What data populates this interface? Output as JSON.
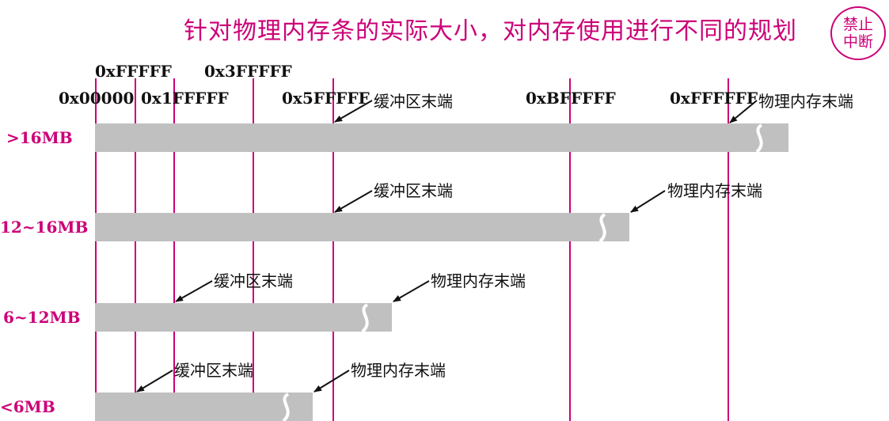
{
  "title": "针对物理内存条的实际大小，对内存使用进行不同的规划",
  "seal": {
    "line1": "禁止",
    "line2": "中断"
  },
  "colors": {
    "accent": "#cc0077",
    "bar": "#c0c0c0",
    "text": "#111111"
  },
  "addresses": {
    "a0": "0x00000",
    "a1": "0xFFFFF",
    "a2": "0x1FFFFF",
    "a3": "0x3FFFFF",
    "a4": "0x5FFFFF",
    "a5": "0xBFFFFF",
    "a6": "0xFFFFFF"
  },
  "rows": [
    {
      "label": ">16MB",
      "buffer_end": "缓冲区末端",
      "memory_end": "物理内存末端"
    },
    {
      "label": "12~16MB",
      "buffer_end": "缓冲区末端",
      "memory_end": "物理内存末端"
    },
    {
      "label": "6~12MB",
      "buffer_end": "缓冲区末端",
      "memory_end": "物理内存末端"
    },
    {
      "label": "<6MB",
      "buffer_end": "缓冲区末端",
      "memory_end": "物理内存末端"
    }
  ]
}
